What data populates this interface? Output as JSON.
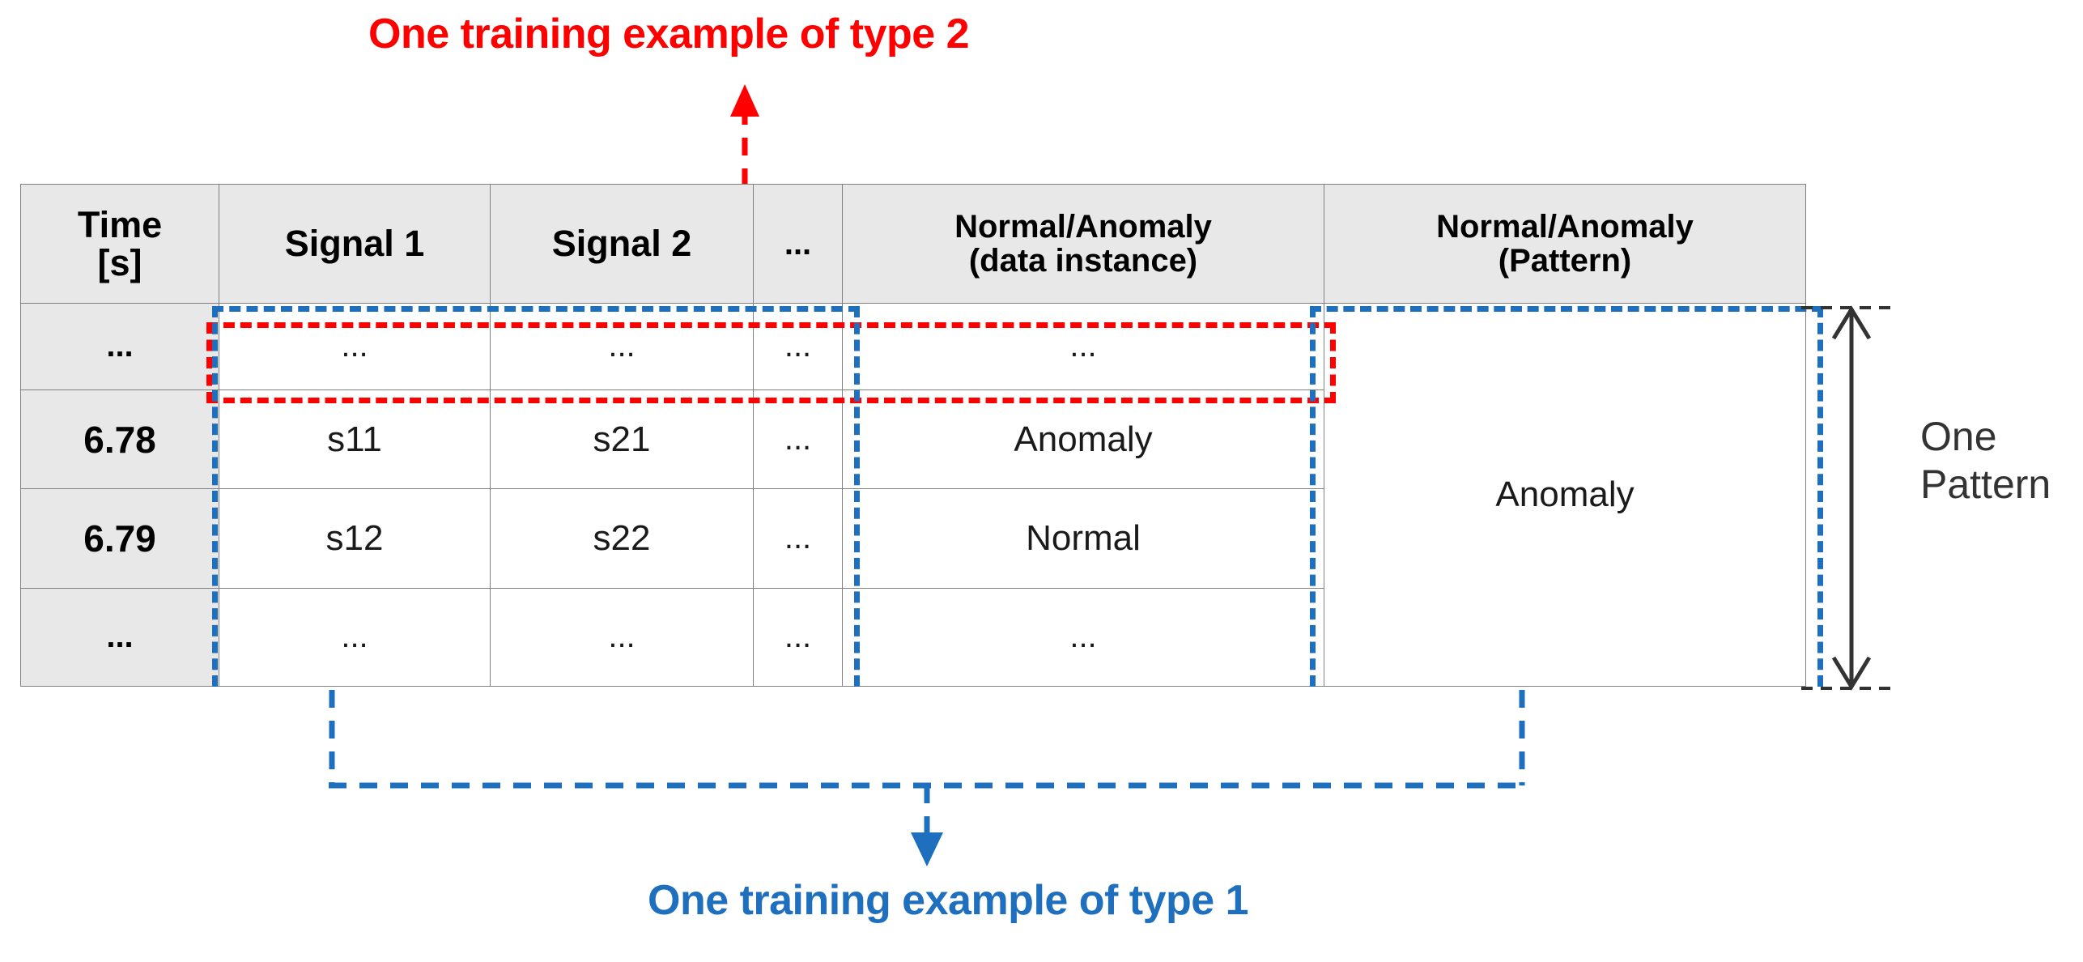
{
  "annotations": {
    "type2_title": "One training example of type 2",
    "type1_title": "One training example of type 1",
    "one_pattern_line1": "One",
    "one_pattern_line2": "Pattern"
  },
  "colors": {
    "red": "#FF0000",
    "blue": "#1F6FBF",
    "table_border": "#808080",
    "header_fill": "#E8E8E8",
    "cell_fill": "#FFFFFF"
  },
  "table": {
    "headers": [
      {
        "line1": "Time",
        "line2": "[s]"
      },
      {
        "line1": "Signal 1",
        "line2": ""
      },
      {
        "line1": "Signal 2",
        "line2": ""
      },
      {
        "line1": "...",
        "line2": ""
      },
      {
        "line1": "Normal/Anomaly",
        "line2": "(data instance)"
      },
      {
        "line1": "Normal/Anomaly",
        "line2": "(Pattern)"
      }
    ],
    "rows": [
      {
        "time": "...",
        "signal1": "...",
        "signal2": "...",
        "ellipsis": "...",
        "instance": "...",
        "pattern": ""
      },
      {
        "time": "6.78",
        "signal1": "s11",
        "signal2": "s21",
        "ellipsis": "...",
        "instance": "Anomaly",
        "pattern": "Anomaly"
      },
      {
        "time": "6.79",
        "signal1": "s12",
        "signal2": "s22",
        "ellipsis": "...",
        "instance": "Normal",
        "pattern": ""
      },
      {
        "time": "...",
        "signal1": "...",
        "signal2": "...",
        "ellipsis": "...",
        "instance": "...",
        "pattern": ""
      }
    ]
  }
}
